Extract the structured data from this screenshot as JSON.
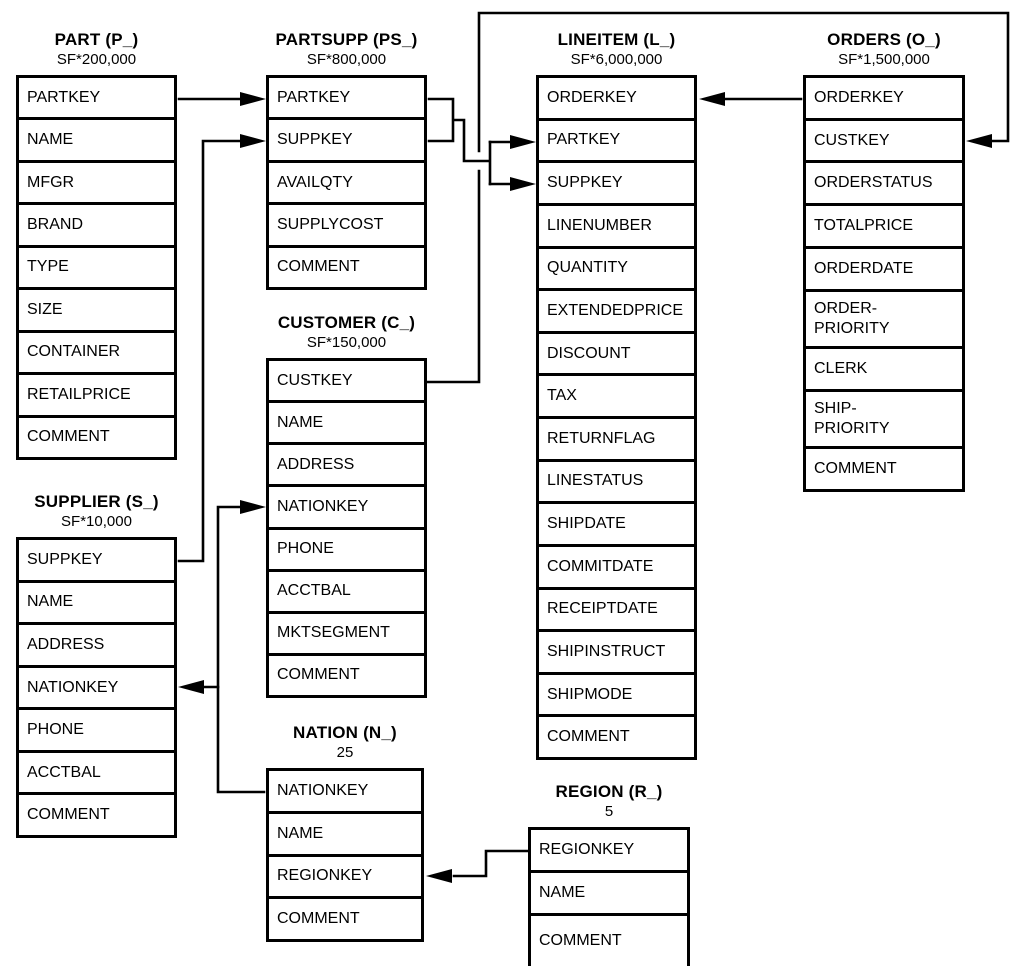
{
  "tables": {
    "part": {
      "title": "PART (P_)",
      "cardinality": "SF*200,000",
      "columns": [
        "PARTKEY",
        "NAME",
        "MFGR",
        "BRAND",
        "TYPE",
        "SIZE",
        "CONTAINER",
        "RETAILPRICE",
        "COMMENT"
      ]
    },
    "partsupp": {
      "title": "PARTSUPP (PS_)",
      "cardinality": "SF*800,000",
      "columns": [
        "PARTKEY",
        "SUPPKEY",
        "AVAILQTY",
        "SUPPLYCOST",
        "COMMENT"
      ]
    },
    "lineitem": {
      "title": "LINEITEM (L_)",
      "cardinality": "SF*6,000,000",
      "columns": [
        "ORDERKEY",
        "PARTKEY",
        "SUPPKEY",
        "LINENUMBER",
        "QUANTITY",
        "EXTENDEDPRICE",
        "DISCOUNT",
        "TAX",
        "RETURNFLAG",
        "LINESTATUS",
        "SHIPDATE",
        "COMMITDATE",
        "RECEIPTDATE",
        "SHIPINSTRUCT",
        "SHIPMODE",
        "COMMENT"
      ]
    },
    "orders": {
      "title": "ORDERS (O_)",
      "cardinality": "SF*1,500,000",
      "columns": [
        "ORDERKEY",
        "CUSTKEY",
        "ORDERSTATUS",
        "TOTALPRICE",
        "ORDERDATE",
        "ORDER-\nPRIORITY",
        "CLERK",
        "SHIP-\nPRIORITY",
        "COMMENT"
      ]
    },
    "customer": {
      "title": "CUSTOMER (C_)",
      "cardinality": "SF*150,000",
      "columns": [
        "CUSTKEY",
        "NAME",
        "ADDRESS",
        "NATIONKEY",
        "PHONE",
        "ACCTBAL",
        "MKTSEGMENT",
        "COMMENT"
      ]
    },
    "supplier": {
      "title": "SUPPLIER (S_)",
      "cardinality": "SF*10,000",
      "columns": [
        "SUPPKEY",
        "NAME",
        "ADDRESS",
        "NATIONKEY",
        "PHONE",
        "ACCTBAL",
        "COMMENT"
      ]
    },
    "nation": {
      "title": "NATION (N_)",
      "cardinality": "25",
      "columns": [
        "NATIONKEY",
        "NAME",
        "REGIONKEY",
        "COMMENT"
      ]
    },
    "region": {
      "title": "REGION (R_)",
      "cardinality": "5",
      "columns": [
        "REGIONKEY",
        "NAME",
        "COMMENT"
      ]
    }
  },
  "relationships": [
    {
      "from": "PART.PARTKEY",
      "arrow_to": "PARTSUPP.PARTKEY"
    },
    {
      "from": "SUPPLIER.SUPPKEY",
      "arrow_to": "PARTSUPP.SUPPKEY"
    },
    {
      "from": "PARTSUPP.PARTKEY",
      "arrow_to": "LINEITEM.PARTKEY"
    },
    {
      "from": "PARTSUPP.SUPPKEY",
      "arrow_to": "LINEITEM.SUPPKEY"
    },
    {
      "from": "ORDERS.ORDERKEY",
      "arrow_to": "LINEITEM.ORDERKEY"
    },
    {
      "from": "CUSTOMER.CUSTKEY",
      "arrow_to": "ORDERS.CUSTKEY"
    },
    {
      "from": "NATION.NATIONKEY",
      "arrow_to": "CUSTOMER.NATIONKEY"
    },
    {
      "from": "NATION.NATIONKEY",
      "arrow_to": "SUPPLIER.NATIONKEY"
    },
    {
      "from": "REGION.REGIONKEY",
      "arrow_to": "NATION.REGIONKEY"
    }
  ],
  "colors": {
    "background": "#ffffff",
    "line": "#000000",
    "text": "#000000"
  }
}
